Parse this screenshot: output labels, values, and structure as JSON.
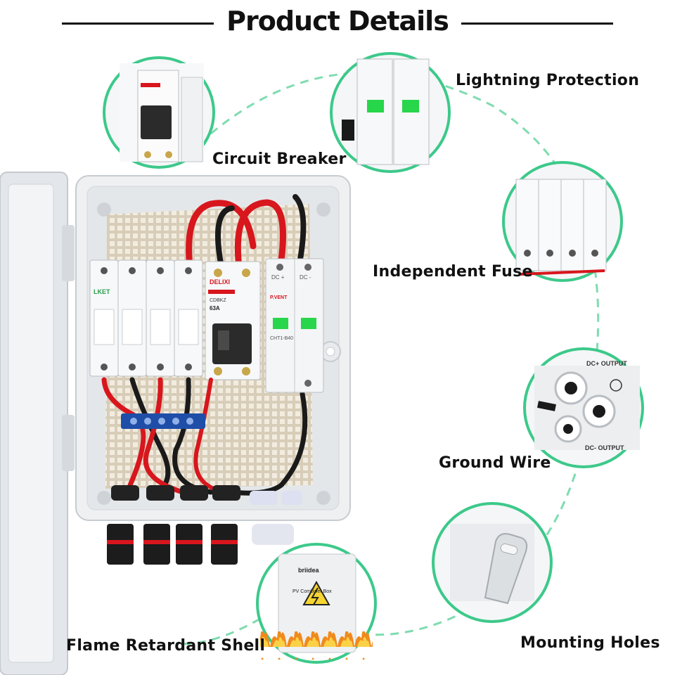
{
  "title": "Product Details",
  "features": {
    "circuit_breaker": "Circuit Breaker",
    "lightning_protection": "Lightning Protection",
    "independent_fuse": "Independent Fuse",
    "ground_wire": "Ground Wire",
    "mounting_holes": "Mounting Holes",
    "flame_retardant_shell": "Flame Retardant Shell"
  },
  "device_labels": {
    "fuse_brand": "LKET",
    "breaker_brand": "DELIXI",
    "breaker_model": "CDBKZ",
    "breaker_rating": "63A",
    "spd_brand": "P.VENT",
    "spd_model": "CHT1-B40",
    "spd_dc_plus": "DC +",
    "spd_dc_minus": "DC -",
    "output_dc_plus": "DC+ OUTPUT",
    "output_dc_minus": "DC- OUTPUT",
    "box_brand": "briidea",
    "box_name": "PV Combiner Box"
  },
  "colors": {
    "accent_dashed": "#7fdcb0",
    "circle_border": "#3cc98a",
    "enclosure": "#e6e9ec",
    "wire_red": "#d8161d",
    "wire_black": "#1a1a1a",
    "terminal_blue": "#1f4ea8",
    "indicator_green": "#27d64a"
  }
}
